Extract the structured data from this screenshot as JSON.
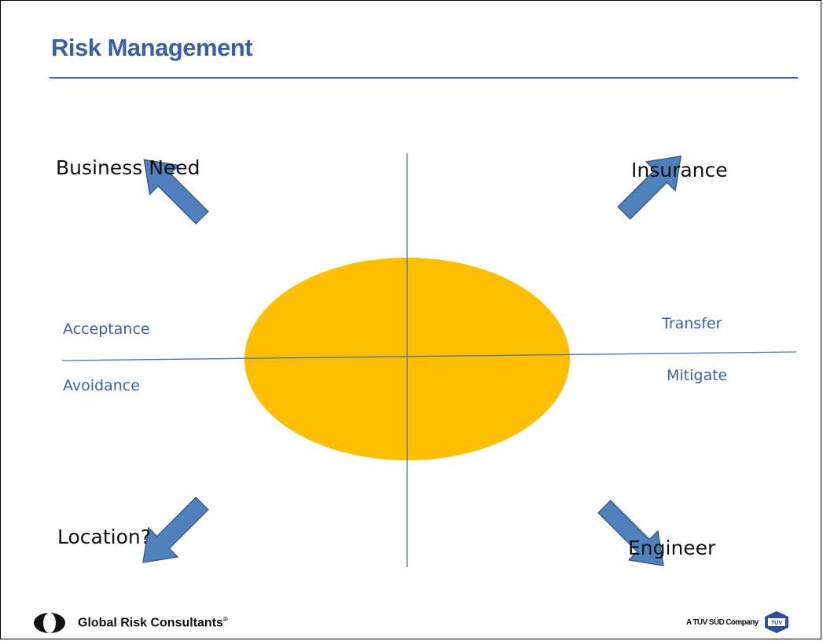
{
  "slide": {
    "title": "Risk Management"
  },
  "diagram": {
    "quadrants": {
      "top_left": "Business Need",
      "top_right": "Insurance",
      "bottom_left": "Location?",
      "bottom_right": "Engineer"
    },
    "strategies": {
      "left_above": "Acceptance",
      "left_below": "Avoidance",
      "right_above": "Transfer",
      "right_below": "Mitigate"
    },
    "colors": {
      "ellipse": "#fdbf00",
      "arrow": "#4f81bd",
      "arrow_stroke": "#385d8a",
      "axis": "#4a76b8",
      "label_blue": "#3a5fa8"
    }
  },
  "footer": {
    "brand": "Global Risk Consultants",
    "brand_mark": "®",
    "tagline": "A TÜV SÜD Company",
    "badge_text": "TÜV"
  }
}
